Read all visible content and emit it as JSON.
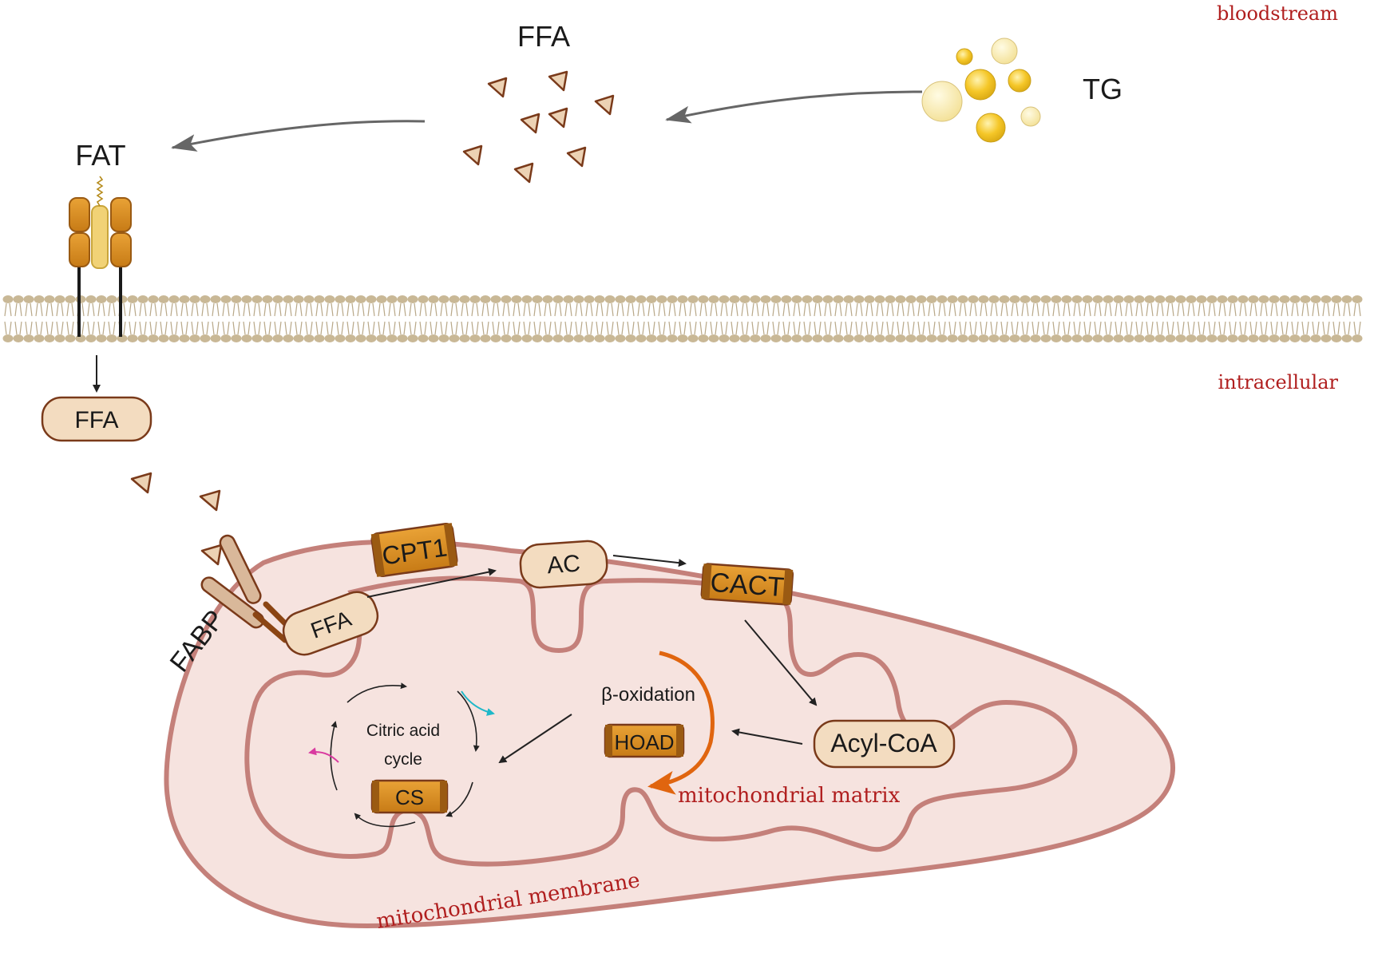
{
  "regions": {
    "bloodstream": "bloodstream",
    "intracellular": "intracellular",
    "mito_matrix": "mitochondrial matrix",
    "mito_membrane": "mitochondrial membrane"
  },
  "labels": {
    "ffa_blood": "FFA",
    "tg": "TG",
    "fat": "FAT",
    "fabp": "FABP",
    "citric_line1": "Citric acid",
    "citric_line2": "cycle",
    "beta_ox": "β-oxidation"
  },
  "boxes": {
    "ffa_intracellular": "FFA",
    "ffa_mito": "FFA",
    "ac": "AC",
    "acyl_coa": "Acyl-CoA"
  },
  "enzymes": {
    "cpt1": "CPT1",
    "cact": "CACT",
    "hoad": "HOAD",
    "cs": "CS"
  },
  "colors": {
    "region_text": "#b01e1e",
    "enzyme_orange": "#d4891e",
    "box_fill": "#f3dcc0",
    "box_stroke": "#7a3a1a",
    "mito_fill": "#f6e3df",
    "mito_stroke": "#c4807a",
    "membrane_head": "#c9b896",
    "tg_droplet": "#f5c728",
    "beta_arrow": "#e0650f"
  }
}
